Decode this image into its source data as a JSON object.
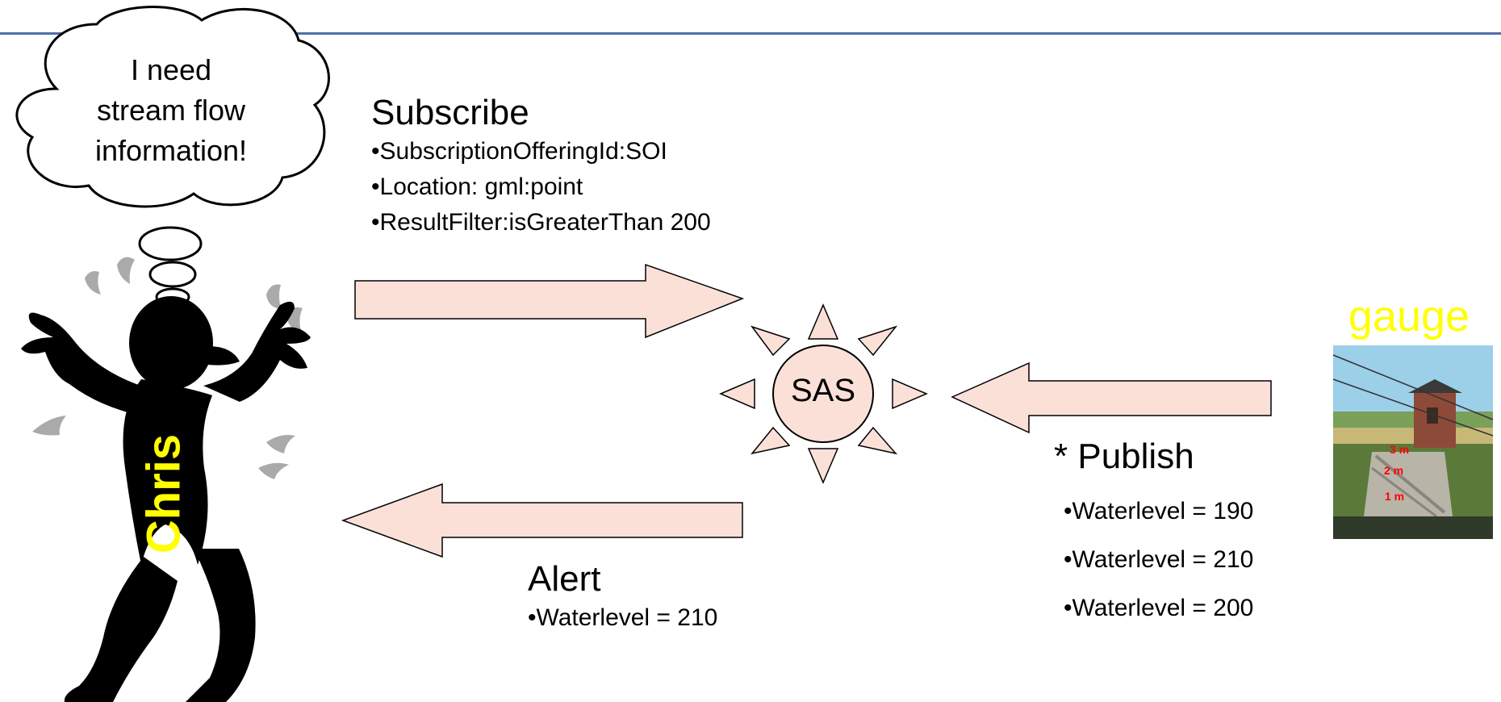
{
  "title": "",
  "thought": [
    "I need",
    "stream flow",
    "information!"
  ],
  "person_name": "Chris",
  "center_node": "SAS",
  "subscribe": {
    "title": "Subscribe",
    "items": [
      "•SubscriptionOfferingId:SOI",
      "•Location: gml:point",
      "•ResultFilter:isGreaterThan 200"
    ]
  },
  "publish": {
    "title": "* Publish",
    "items": [
      "•Waterlevel = 190",
      "•Waterlevel = 210",
      "•Waterlevel = 200"
    ]
  },
  "alert": {
    "title": "Alert",
    "items": [
      "•Waterlevel = 210"
    ]
  },
  "gauge": {
    "label": "gauge",
    "marks": [
      "3 m",
      "2 m",
      "1 m"
    ]
  },
  "colors": {
    "arrow_fill": "#fbe0d8",
    "title_red": "#a6192e",
    "rule_blue": "#4f6fa8",
    "label_yellow": "#ffff00"
  }
}
